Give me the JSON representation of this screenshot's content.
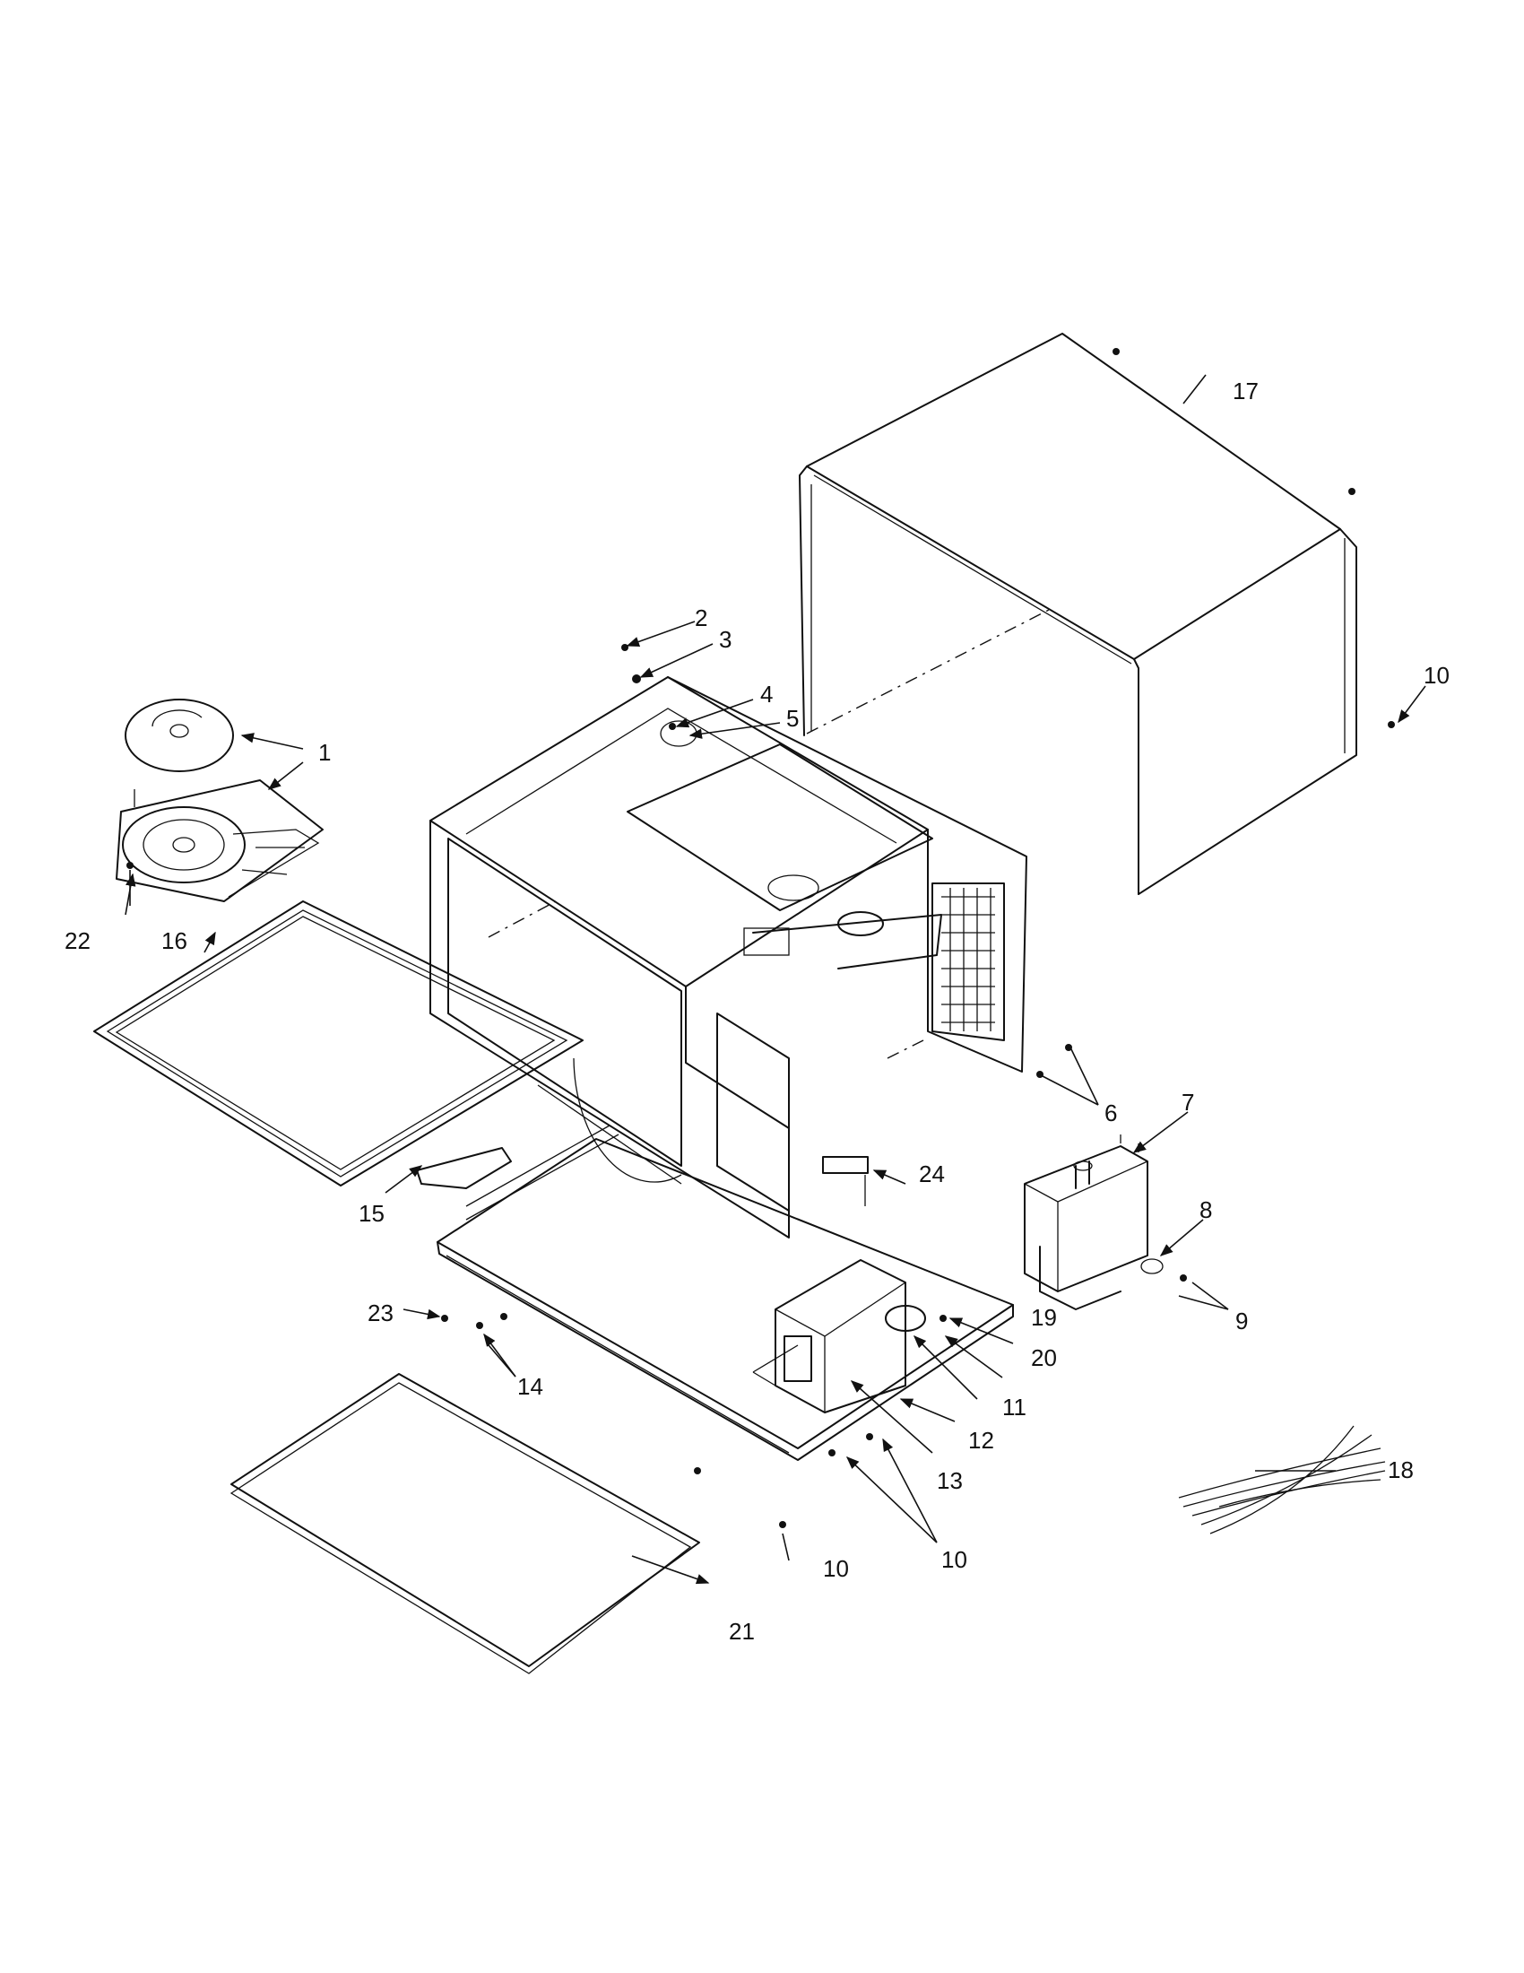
{
  "callouts": {
    "c1": "1",
    "c2": "2",
    "c3": "3",
    "c4": "4",
    "c5": "5",
    "c6": "6",
    "c7": "7",
    "c8": "8",
    "c9": "9",
    "c10a": "10",
    "c10b": "10",
    "c10c": "10",
    "c11": "11",
    "c12": "12",
    "c13": "13",
    "c14": "14",
    "c15": "15",
    "c16": "16",
    "c17": "17",
    "c18": "18",
    "c19": "19",
    "c20": "20",
    "c21": "21",
    "c22": "22",
    "c23": "23",
    "c24": "24"
  }
}
